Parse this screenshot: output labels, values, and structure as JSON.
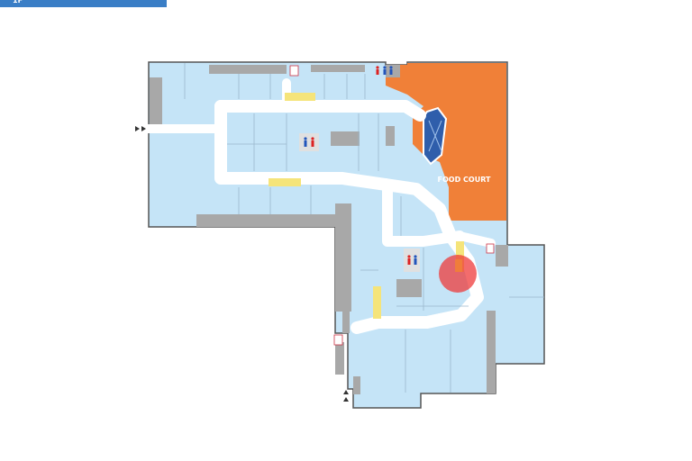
{
  "floor_tab": {
    "label": "1F"
  },
  "map": {
    "colors": {
      "shop": "#c5e4f7",
      "walkway": "#ffffff",
      "service": "#a8a8a8",
      "outline": "#555555",
      "food_court": "#f08038",
      "seating": "#2f5eab",
      "escalator": "#f5e47a",
      "restroom": "#e0e0e0",
      "marker": "#ee3333"
    },
    "food_court_label": "FOOD COURT",
    "icons": [
      "restroom-icon",
      "elevator-icon",
      "escalator-icon",
      "entrance-arrow-icon",
      "current-location-marker"
    ]
  }
}
